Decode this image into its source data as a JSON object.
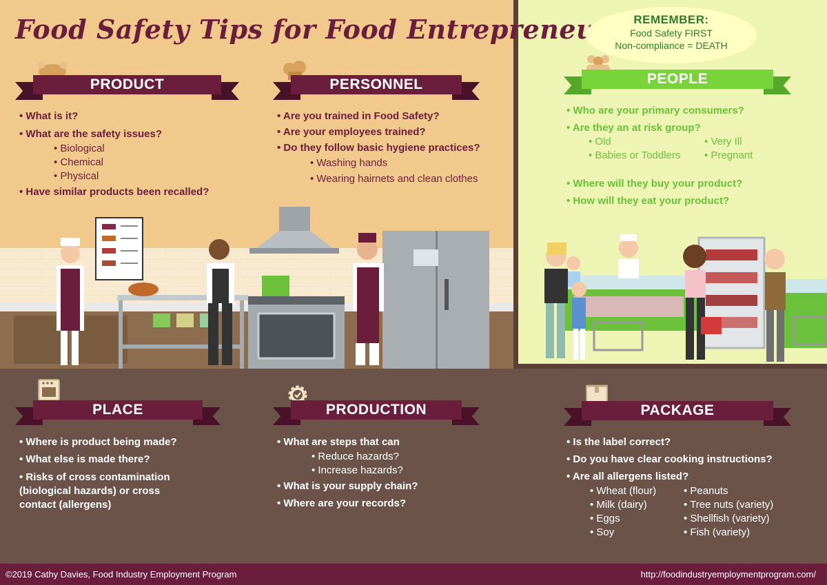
{
  "title": "Food Safety Tips for Food Entrepreneurs",
  "remember": {
    "heading": "REMEMBER:",
    "line1": "Food Safety FIRST",
    "line2": "Non-compliance = DEATH"
  },
  "product": {
    "label": "PRODUCT",
    "q1": "• What is it?",
    "q2": "• What are the safety issues?",
    "issues": [
      "• Biological",
      "• Chemical",
      "• Physical"
    ],
    "q3": "• Have similar products been recalled?"
  },
  "personnel": {
    "label": "PERSONNEL",
    "q1": "• Are you trained in Food Safety?",
    "q2": "• Are your employees trained?",
    "q3": "• Do they follow basic hygiene practices?",
    "practices": [
      "• Washing hands",
      "• Wearing hairnets and clean clothes"
    ]
  },
  "people": {
    "label": "PEOPLE",
    "q1": "• Who are your primary consumers?",
    "q2": "• Are they an at risk group?",
    "groups_left": [
      "• Old",
      "• Babies or Toddlers"
    ],
    "groups_right": [
      "• Very Ill",
      "• Pregnant"
    ],
    "q3": "• Where will they buy your product?",
    "q4": "• How will they eat your product?"
  },
  "place": {
    "label": "PLACE",
    "q1": "• Where is product being made?",
    "q2": "•  What else is made there?",
    "q3a": "• Risks of cross contamination",
    "q3b": "(biological hazards) or cross",
    "q3c": "contact (allergens)"
  },
  "production": {
    "label": "PRODUCTION",
    "q1": "• What are steps that can",
    "sub": [
      "• Reduce hazards?",
      "• Increase hazards?"
    ],
    "q2": "• What is your supply chain?",
    "q3": "• Where are your records?"
  },
  "package": {
    "label": "PACKAGE",
    "q1": "• Is the label correct?",
    "q2": "• Do you have clear cooking instructions?",
    "q3": "• Are all allergens listed?",
    "allergens_left": [
      "• Wheat (flour)",
      "• Milk (dairy)",
      "• Eggs",
      "• Soy"
    ],
    "allergens_right": [
      "• Peanuts",
      "• Tree nuts (variety)",
      "• Shellfish (variety)",
      "• Fish (variety)"
    ]
  },
  "footer": {
    "copyright": "©2019 Cathy Davies, Food Industry Employment Program",
    "url": "http://foodindustryemploymentprogram.com/"
  },
  "colors": {
    "maroon": "#6b1e3c",
    "green": "#79d43c",
    "tan": "#f1c98c",
    "brown": "#6b5349",
    "lime_bg": "#eef5b4"
  },
  "icons": [
    "turkey-icon",
    "chef-hat-icon",
    "people-group-icon",
    "oven-icon",
    "gear-check-icon",
    "box-icon"
  ]
}
